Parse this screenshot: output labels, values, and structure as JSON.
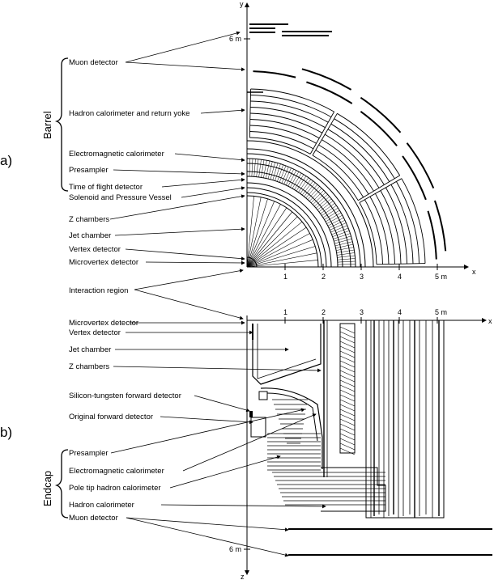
{
  "panels": {
    "a": {
      "letter": "a)",
      "group_label": "Barrel",
      "labels": [
        "Muon detector",
        "Hadron calorimeter and return yoke",
        "Electromagnetic calorimeter",
        "Presampler",
        "Time of flight detector",
        "Solenoid and Pressure Vessel",
        "Z chambers",
        "Jet chamber",
        "Vertex detector",
        "Microvertex detector"
      ],
      "axis_labels": {
        "y": "y",
        "x": "x"
      },
      "x_ticks": [
        "1",
        "2",
        "3",
        "4",
        "5 m"
      ],
      "y_tick": "6 m"
    },
    "shared": {
      "interaction_label": "Interaction region"
    },
    "b": {
      "letter": "b)",
      "group_label": "Endcap",
      "labels": [
        "Microvertex detector",
        "Vertex detector",
        "Jet chamber",
        "Z chambers",
        "Silicon-tungsten forward detector",
        "Original forward detector",
        "Presampler",
        "Electromagnetic calorimeter",
        "Pole tip hadron calorimeter",
        "Hadron calorimeter",
        "Muon detector"
      ],
      "axis_labels": {
        "z": "z",
        "x": "x"
      },
      "x_ticks": [
        "1",
        "2",
        "3",
        "4",
        "5 m"
      ],
      "y_tick": "6 m"
    }
  }
}
